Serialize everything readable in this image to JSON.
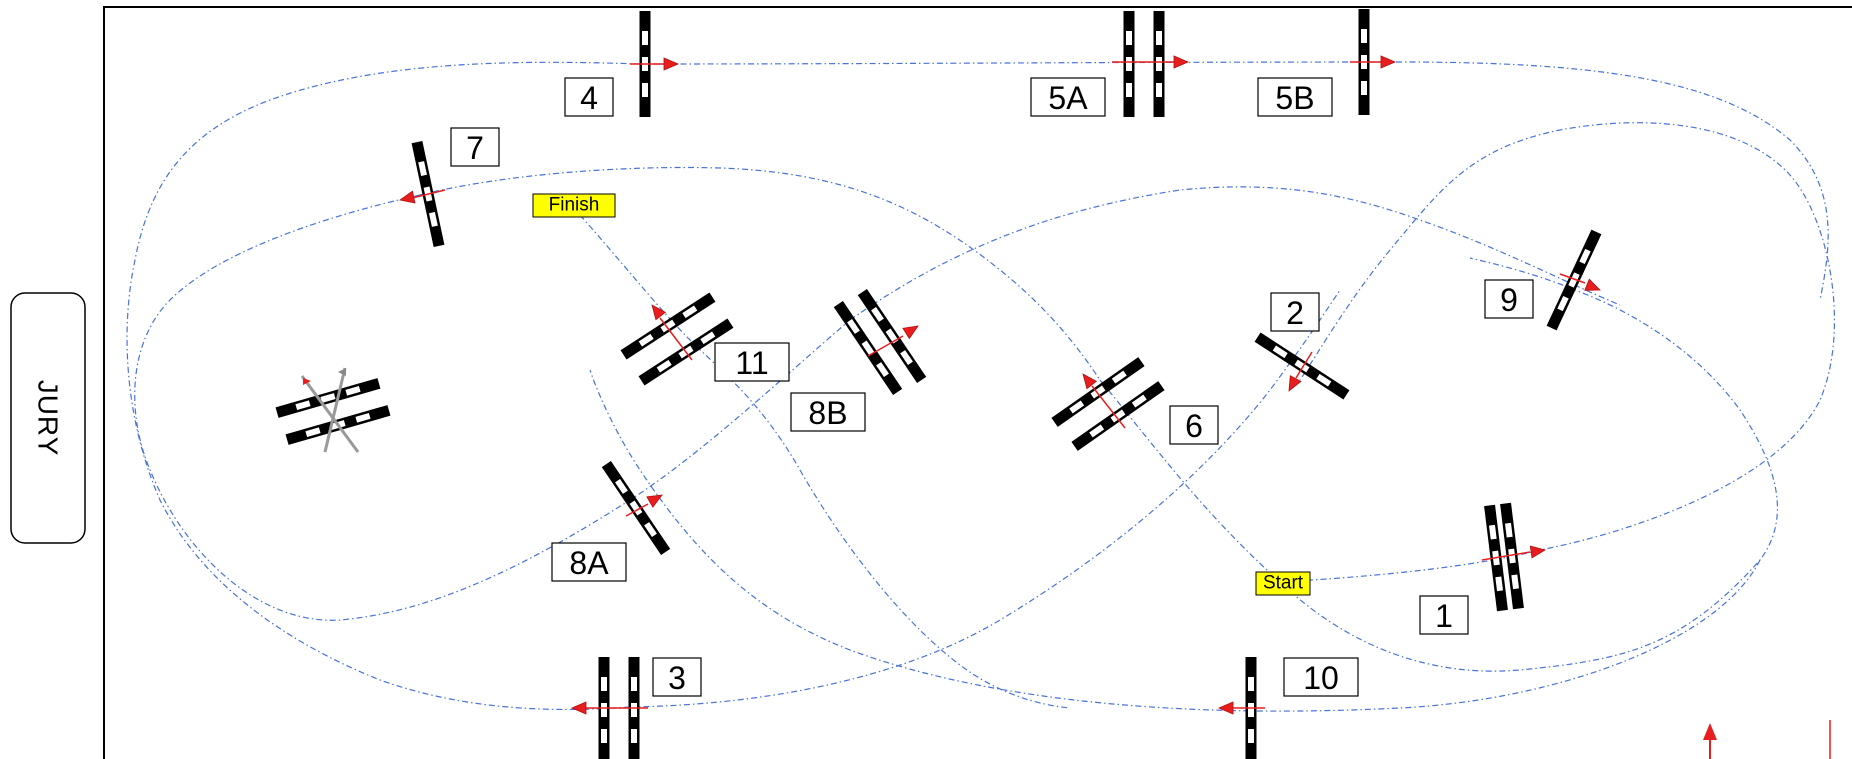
{
  "jury": {
    "label": "JURY"
  },
  "markers": {
    "start": "Start",
    "finish": "Finish"
  },
  "obstacles": {
    "o1": "1",
    "o2": "2",
    "o3": "3",
    "o4": "4",
    "o5a": "5A",
    "o5b": "5B",
    "o6": "6",
    "o7": "7",
    "o8a": "8A",
    "o8b": "8B",
    "o9": "9",
    "o10": "10",
    "o11": "11"
  },
  "colors": {
    "path": "#4a72d8",
    "direction_arrow": "#e81e1e",
    "marker_fill": "#ffff00",
    "pole_dark": "#000000",
    "pole_light": "#ffffff",
    "arena_border": "#000000"
  }
}
